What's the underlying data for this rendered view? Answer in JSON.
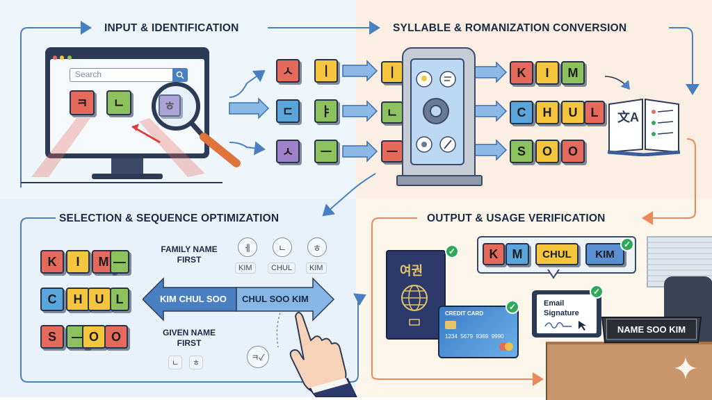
{
  "sections": {
    "input": "INPUT & IDENTIFICATION",
    "syllable": "SYLLABLE & ROMANIZATION CONVERSION",
    "selection": "SELECTION & SEQUENCE OPTIMIZATION",
    "output": "OUTPUT & USAGE VERIFICATION"
  },
  "search": {
    "placeholder": "Search"
  },
  "screen_tiles": [
    "ㅋ",
    "ㄴ",
    "ㅎ"
  ],
  "jamo_rows": [
    [
      "ㅅ",
      "ㅣ"
    ],
    [
      "ㄷ",
      "ㅑ"
    ],
    [
      "ㅅ",
      "ㅡ"
    ]
  ],
  "single_jamo": [
    "ㅣ",
    "ㄴ",
    "ㅡ"
  ],
  "roman": {
    "kim": [
      "K",
      "I",
      "M"
    ],
    "chul": [
      "C",
      "H",
      "U",
      "L"
    ],
    "soo": [
      "S",
      "O",
      "O"
    ]
  },
  "translate_icon": "文A",
  "left_stacks": {
    "kim": [
      "K",
      "I",
      "M",
      "—"
    ],
    "chul": [
      "C",
      "H",
      "U",
      "L"
    ],
    "soo": [
      "S",
      "—",
      "O",
      "O"
    ]
  },
  "order": {
    "family_first": "FAMILY NAME\nFIRST",
    "given_first": "GIVEN NAME\nFIRST",
    "left_arrow": "KIM CHUL SOO",
    "right_arrow": "CHUL SOO KIM",
    "jamo_top": [
      "ㅔ",
      "ㄴ",
      "ㅎ"
    ],
    "pills_top": [
      "KIM",
      "CHUL",
      "KIM"
    ],
    "pills_bottom": [
      "ㄴ",
      "ㅎ"
    ],
    "check_icon": "ㅋ✓"
  },
  "passport": {
    "label": "여권"
  },
  "card": {
    "title": "CREDIT CARD",
    "number": "1234  5679  9369  9990"
  },
  "output_tiles": [
    [
      "K",
      "M"
    ],
    [
      "CHUL"
    ],
    [
      "KIM"
    ]
  ],
  "email": {
    "line1": "Email",
    "line2": "Signature"
  },
  "nameplate": "NAME SOO KIM",
  "colors": {
    "accent": "#4a7fc1",
    "orange": "#e98a5a",
    "check": "#2fa85a"
  }
}
